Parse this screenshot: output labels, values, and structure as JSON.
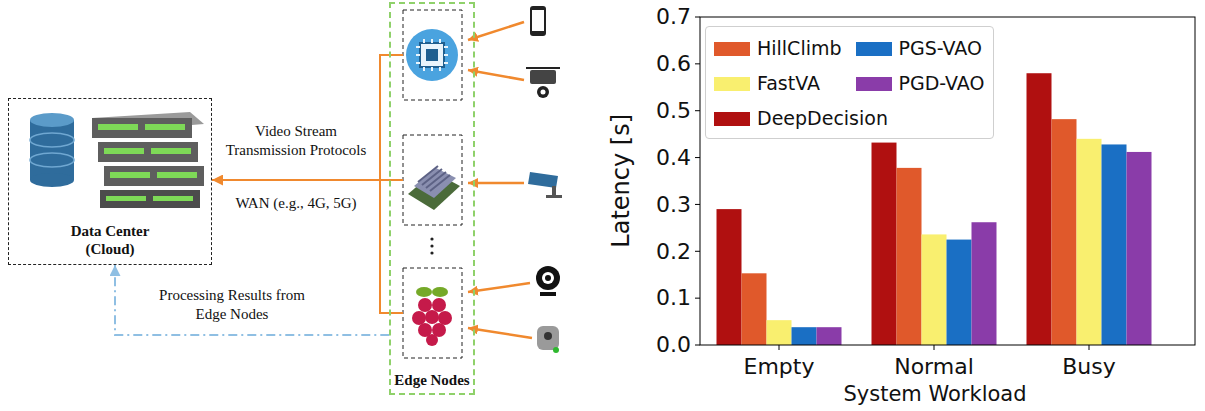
{
  "diagram": {
    "nodes": [
      {
        "text": [
          "Data Center (Cloud)"
        ]
      },
      {
        "text": [
          "Edge Nodes"
        ]
      }
    ],
    "edges": [
      {
        "from": 1,
        "to": 0,
        "arrow": "to",
        "label": "Video Stream Transmission Protocols"
      },
      {
        "from": 1,
        "to": 0,
        "arrow": "to",
        "label": "Processing Results from Edge Nodes"
      }
    ],
    "labels": [
      "WAN (e.g., 4G, 5G)",
      "0.0",
      "0.1",
      "0.2",
      "0.3",
      "0.4",
      "0.5",
      "0.6",
      "0.7",
      "Latency [s]",
      "Empty",
      "Normal",
      "Busy",
      "System Workload"
    ],
    "legend": [
      {
        "text": "HillClimb",
        "color": "#e0592b"
      },
      {
        "text": "PGS-VAO",
        "color": "#1a6fc4"
      },
      {
        "text": "FastVA",
        "color": "#f9ef6f"
      },
      {
        "text": "PGD-VAO",
        "color": "#8a3ca9"
      },
      {
        "text": "DeepDecision",
        "color": "#b01010"
      }
    ]
  }
}
